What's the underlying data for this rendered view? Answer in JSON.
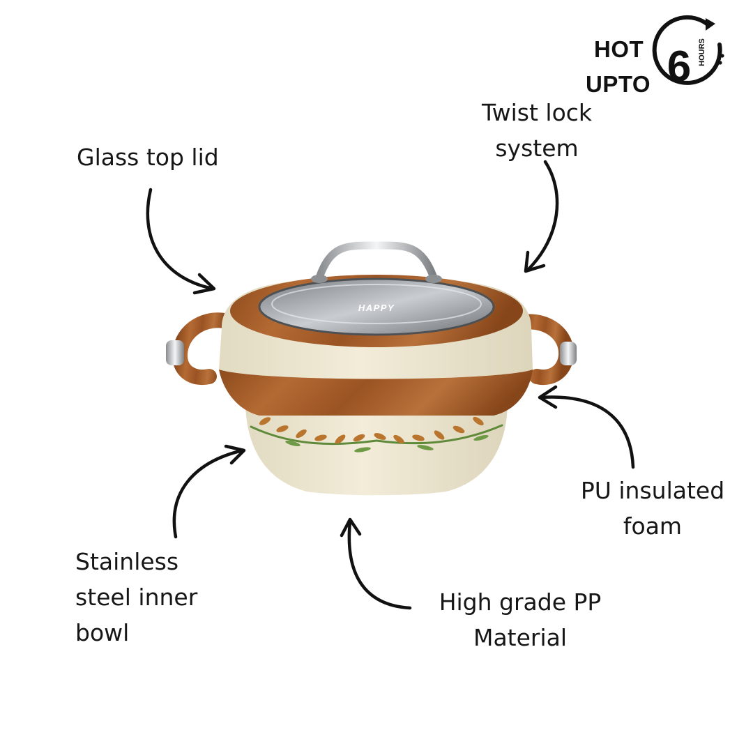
{
  "badge": {
    "line1": "HOT",
    "line2": "UPTO",
    "number": "6",
    "unit": "HOURS"
  },
  "callouts": {
    "glass_lid": [
      "Glass top lid"
    ],
    "twist_lock": [
      "Twist lock",
      "system"
    ],
    "pu_foam": [
      "PU insulated",
      "foam"
    ],
    "inner_bowl": [
      "Stainless",
      "steel inner",
      "bowl"
    ],
    "pp_material": [
      "High grade PP",
      "Material"
    ]
  },
  "product": {
    "brand": "HAPPY"
  },
  "colors": {
    "wood": "#a35a26",
    "cream": "#ece5cf",
    "text": "#161616"
  }
}
